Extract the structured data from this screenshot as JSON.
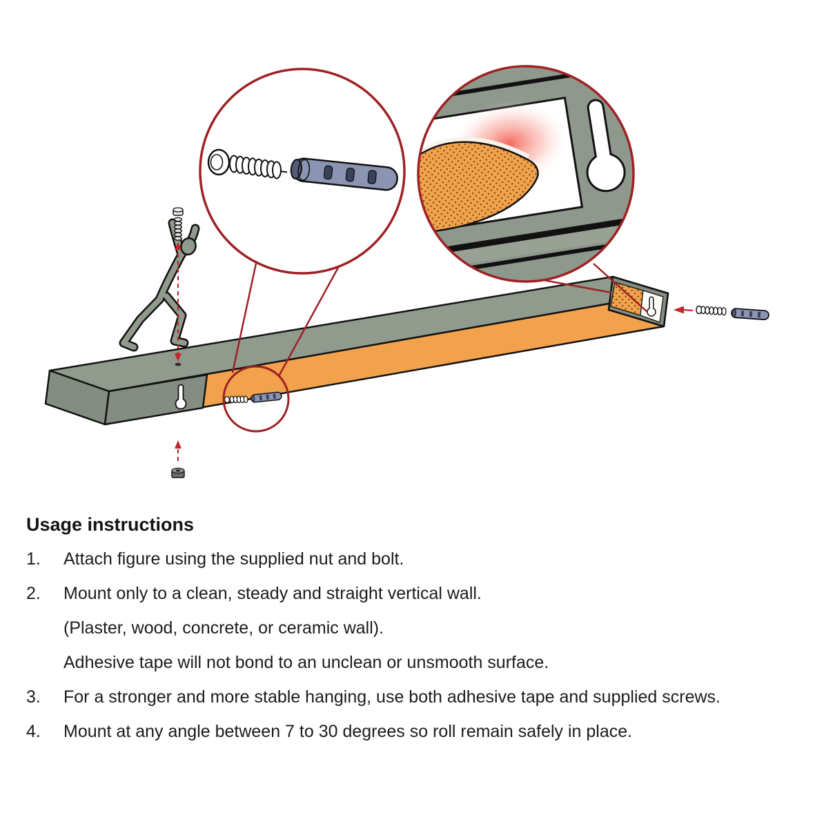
{
  "illustration": {
    "colors": {
      "accent_red": "#9e2123",
      "arrow_red": "#c1272d",
      "shelf_grey_green": "#909a8d",
      "shelf_grey_dark": "#848d81",
      "tape_orange": "#f2a24c",
      "anchor_blue_grey": "#8b95b3",
      "outline": "#111111",
      "glow_red": "#f4564a"
    },
    "icons": [
      "magnifier-left",
      "magnifier-right",
      "screw-icon",
      "wall-anchor-icon",
      "bolt-icon",
      "nut-icon",
      "keyhole-icon",
      "adhesive-tape",
      "climbing-figure"
    ]
  },
  "instructions": {
    "title": "Usage instructions",
    "items": [
      {
        "num": "1.",
        "lines": [
          "Attach figure using the supplied nut and bolt."
        ]
      },
      {
        "num": "2.",
        "lines": [
          "Mount only to a clean,  steady and straight vertical wall.",
          "(Plaster, wood, concrete, or ceramic wall).",
          "Adhesive tape will not bond to an unclean or unsmooth surface."
        ]
      },
      {
        "num": "3.",
        "lines": [
          "For a stronger and more stable hanging, use both adhesive tape and supplied screws."
        ]
      },
      {
        "num": "4.",
        "lines": [
          "Mount at any angle between 7 to 30 degrees so roll remain safely in place."
        ]
      }
    ]
  }
}
